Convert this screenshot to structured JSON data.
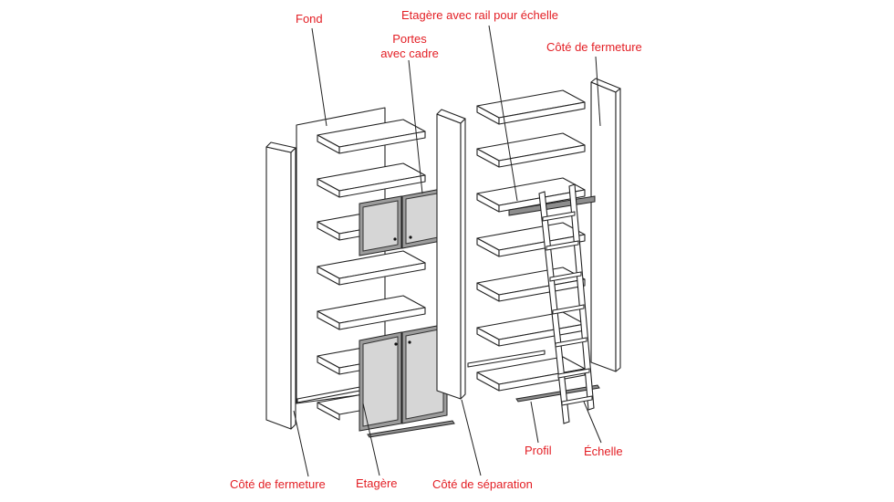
{
  "colors": {
    "label": "#e31e24",
    "line": "#222222",
    "glass": "#d6d6d6",
    "frame": "#9c9c9c"
  },
  "labels": {
    "fond": "Fond",
    "rail_shelf": "Etagère avec rail pour échelle",
    "doors_l1": "Portes",
    "doors_l2": "avec cadre",
    "closing_side_top": "Côté de fermeture",
    "closing_side_bottom": "Côté de fermeture",
    "shelf": "Etagère",
    "separation_side": "Côté de séparation",
    "profile": "Profil",
    "ladder": "Échelle"
  }
}
